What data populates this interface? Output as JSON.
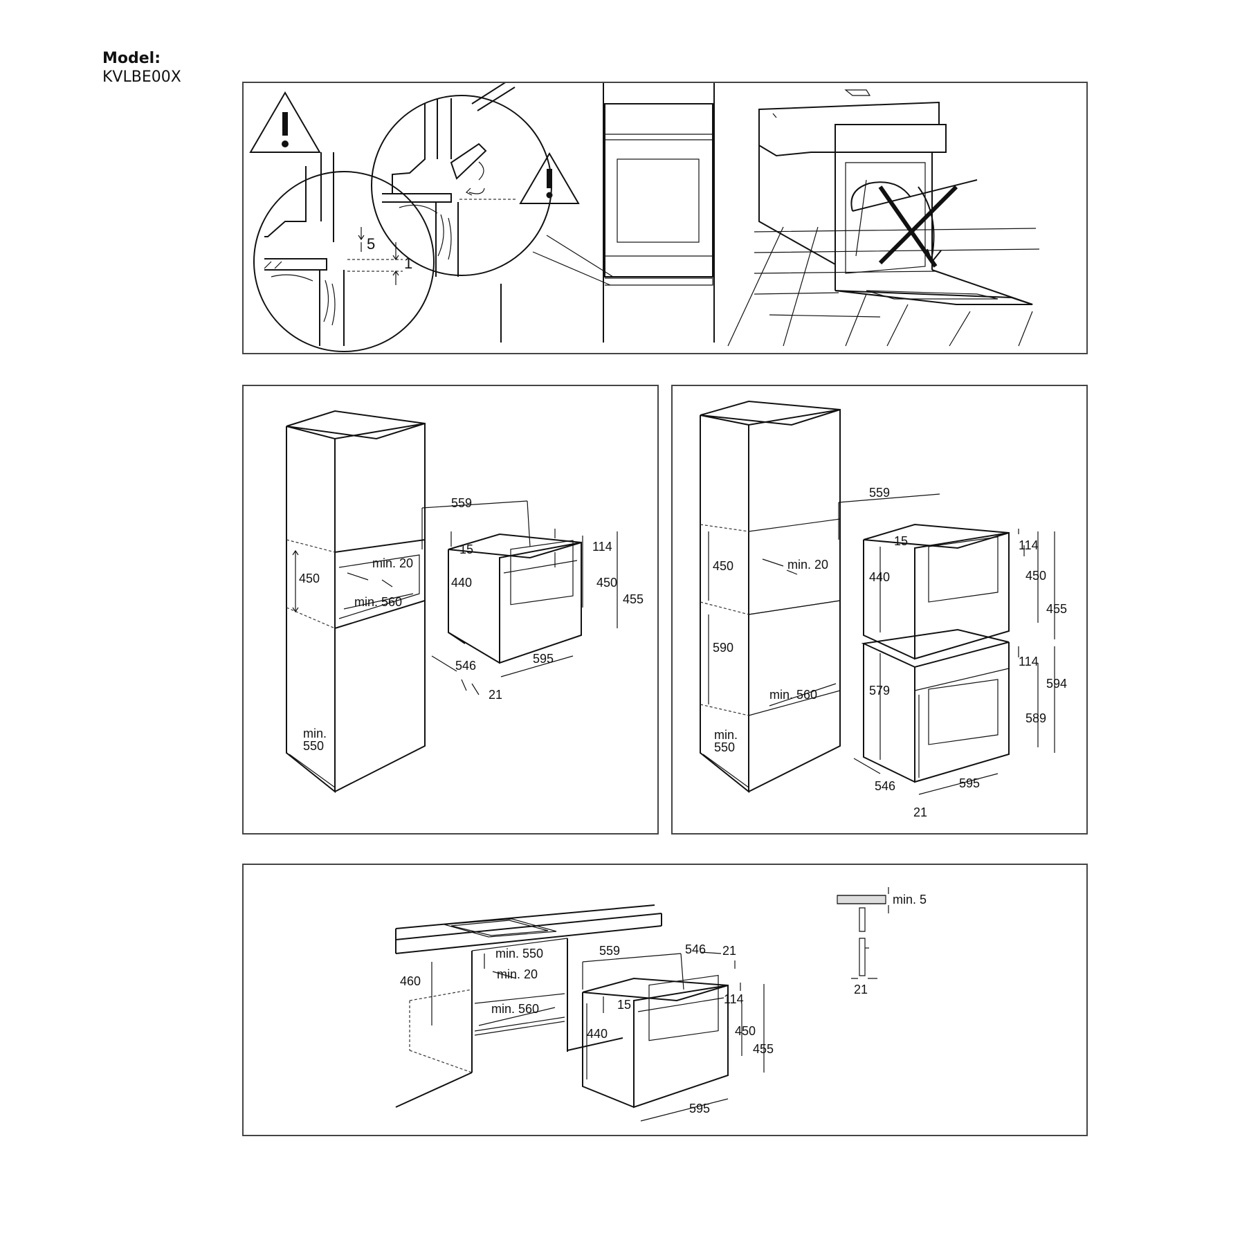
{
  "header": {
    "model_label": "Model:",
    "model_value": "KVLBE00X"
  },
  "panel1": {
    "detail1": {
      "gap_top": "5",
      "gap_bottom": "1"
    },
    "icons": [
      "warning-triangle-icon",
      "warning-triangle-icon"
    ]
  },
  "panel2": {
    "niche_height": "450",
    "min_side": "min. 20",
    "min_width": "min. 560",
    "min_depth_line1": "min.",
    "min_depth_line2": "550",
    "oven_depth": "559",
    "top_gap": "15",
    "front_top": "114",
    "body_height": "440",
    "front_height": "450",
    "total_height": "455",
    "side_depth": "546",
    "front_width": "595",
    "front_thickness": "21"
  },
  "panel3": {
    "niche_upper": "450",
    "niche_lower": "590",
    "min_side": "min. 20",
    "min_width": "min. 560",
    "min_depth_line1": "min.",
    "min_depth_line2": "550",
    "oven_depth": "559",
    "top_gap": "15",
    "front_top_upper": "114",
    "body_height": "440",
    "front_height_upper": "450",
    "total_height_upper": "455",
    "front_top_lower": "114",
    "body_height_lower": "579",
    "front_height_lower": "589",
    "total_height_lower": "594",
    "side_depth": "546",
    "front_width": "595",
    "front_thickness": "21"
  },
  "panel4": {
    "niche_height": "460",
    "min_depth": "min. 550",
    "min_side": "min. 20",
    "min_width": "min. 560",
    "oven_depth": "559",
    "side_depth": "546",
    "front_thickness": "21",
    "top_gap": "15",
    "front_top": "114",
    "body_height": "440",
    "front_height": "450",
    "total_height": "455",
    "front_width": "595",
    "detail_gap": "min. 5",
    "detail_thickness": "21"
  }
}
